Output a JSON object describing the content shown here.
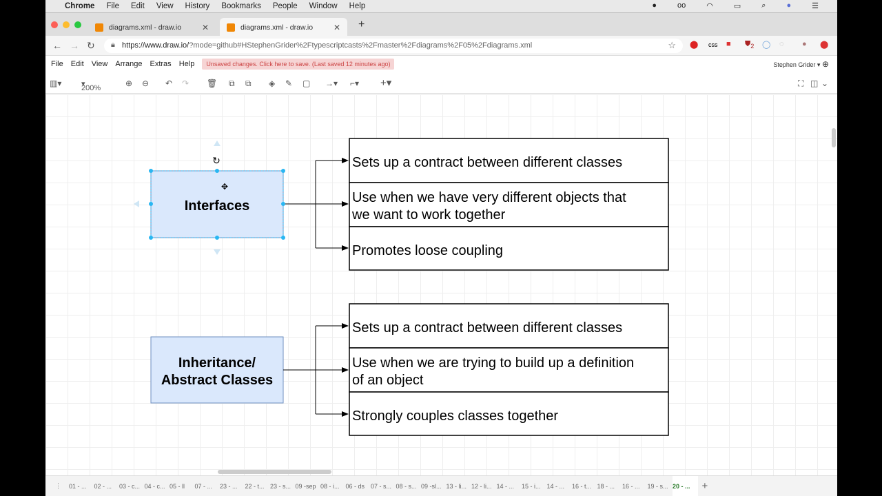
{
  "macmenu": {
    "items": [
      "Chrome",
      "File",
      "Edit",
      "View",
      "History",
      "Bookmarks",
      "People",
      "Window",
      "Help"
    ]
  },
  "browser": {
    "tabs": [
      {
        "title": "diagrams.xml - draw.io"
      },
      {
        "title": "diagrams.xml - draw.io"
      }
    ],
    "url_host": "https://www.draw.io/",
    "url_rest": "?mode=github#HStephenGrider%2Ftypescriptcasts%2Fmaster%2Fdiagrams%2F05%2Fdiagrams.xml",
    "ext_css": "css",
    "ext_badge": "2"
  },
  "drawio": {
    "menu": [
      "File",
      "Edit",
      "View",
      "Arrange",
      "Extras",
      "Help"
    ],
    "unsaved": "Unsaved changes. Click here to save. (Last saved 12 minutes ago)",
    "user": "Stephen Grider",
    "zoom": "200%"
  },
  "diagram": {
    "group1": {
      "label": "Interfaces",
      "rows": [
        "Sets up a contract between different classes",
        "Use when we have very different objects that",
        "we want to work together",
        "Promotes loose coupling"
      ]
    },
    "group2": {
      "label1": "Inheritance/",
      "label2": "Abstract Classes",
      "rows": [
        "Sets up a contract between different classes",
        "Use when we are trying to build up a definition",
        "of an object",
        "Strongly couples classes together"
      ]
    },
    "colors": {
      "fill": "#dae8fc",
      "stroke": "#6c8ebf",
      "selection": "#29b6f2"
    }
  },
  "pages": [
    "01 - ...",
    "02 - ...",
    "03 - c...",
    "04 - c...",
    "05 - ll",
    "07 - ...",
    "23 - ...",
    "22 - t...",
    "23 - s...",
    "09 -sep",
    "08 - i...",
    "06 - ds",
    "07 - s...",
    "08 - s...",
    "09 -sl...",
    "13 - li...",
    "12 - li...",
    "14 - ...",
    "15 - i...",
    "14 - ...",
    "16 - t...",
    "18 - ...",
    "16 - ...",
    "19 - s...",
    "20 - ..."
  ]
}
